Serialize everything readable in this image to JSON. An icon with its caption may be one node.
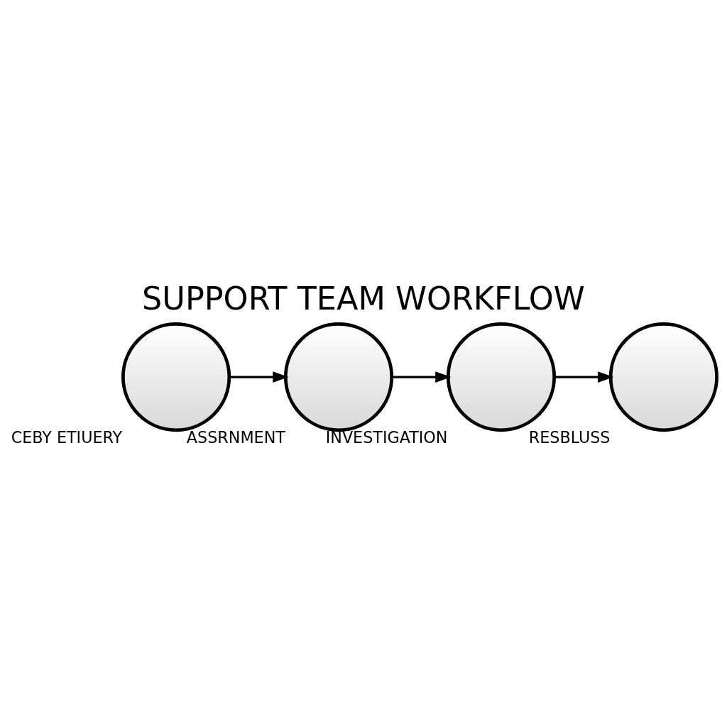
{
  "diagram": {
    "title": "SUPPORT TEAM WORKFLOW",
    "nodes": [
      {
        "text": [],
        "shape": "person",
        "beside": [
          "CEBY ETIUERY"
        ]
      },
      {
        "text": [],
        "shape": "person",
        "beside": [
          "ASSRNMENT"
        ]
      },
      {
        "text": [],
        "shape": "person",
        "beside": [
          "INVESTIGATION"
        ]
      },
      {
        "text": [],
        "shape": "person",
        "beside": [
          "RESBLUSS"
        ]
      }
    ],
    "edges": [
      {
        "from": 0,
        "to": 1,
        "arrow": "to"
      },
      {
        "from": 1,
        "to": 2,
        "arrow": "to"
      },
      {
        "from": 2,
        "to": 3,
        "arrow": "to"
      }
    ]
  }
}
